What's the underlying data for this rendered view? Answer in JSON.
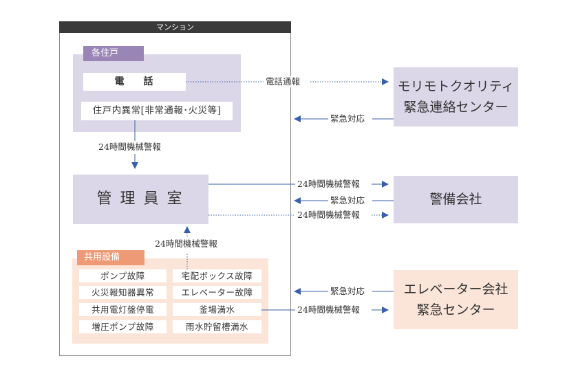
{
  "mansion": {
    "title": "マンション"
  },
  "residence": {
    "tab": "各住戸",
    "phone": "電話",
    "abnormal": "住戸内異常[非常通報･火災等]"
  },
  "office": {
    "label": "管理員室"
  },
  "facilities": {
    "tab": "共用設備",
    "items": [
      "ポンプ故障",
      "宅配ボックス故障",
      "火災報知器異常",
      "エレベーター故障",
      "共用電灯盤停電",
      "釜場満水",
      "増圧ポンプ故障",
      "雨水貯留槽満水"
    ]
  },
  "destinations": {
    "moritomo": {
      "line1": "モリモトクオリティ",
      "line2": "緊急連絡センター"
    },
    "keibi": {
      "label": "警備会社"
    },
    "elevator": {
      "line1": "エレベーター会社",
      "line2": "緊急センター"
    }
  },
  "connections": {
    "phone_report": "電話通報",
    "emergency_response_moritomo": "緊急対応",
    "mechanical_alarm_residence": "24時間機械警報",
    "mechanical_alarm_keibi_1": "24時間機械警報",
    "emergency_response_keibi": "緊急対応",
    "mechanical_alarm_keibi_2": "24時間機械警報",
    "mechanical_alarm_facilities": "24時間機械警報",
    "emergency_response_elevator": "緊急対応",
    "mechanical_alarm_elevator": "24時間機械警報"
  },
  "colors": {
    "arrow": "#3a5fa8",
    "lavender": "#dcd7e8",
    "purple_tab": "#9a86b6",
    "peach": "#fbe5d8",
    "orange_tab": "#ef9a76",
    "header": "#3a3a3a"
  }
}
